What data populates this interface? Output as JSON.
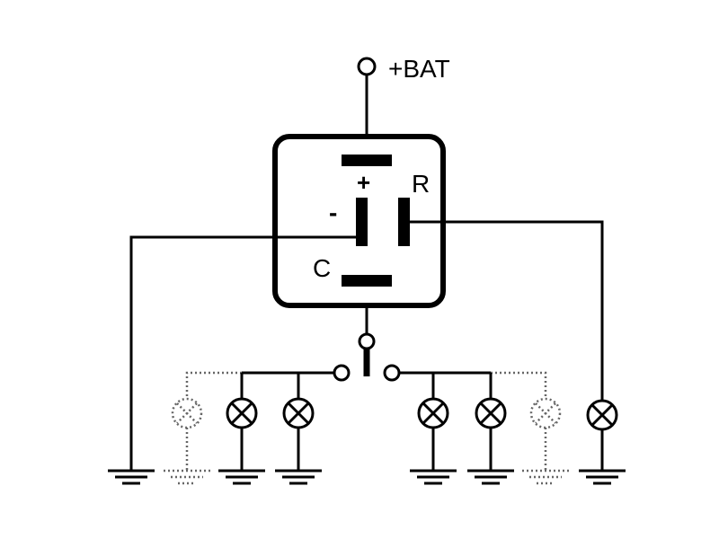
{
  "labels": {
    "battery": "+BAT",
    "plus": "+",
    "minus": "-",
    "r": "R",
    "c": "C"
  },
  "lamps": {
    "solid_count": 5,
    "dotted_count": 2
  }
}
